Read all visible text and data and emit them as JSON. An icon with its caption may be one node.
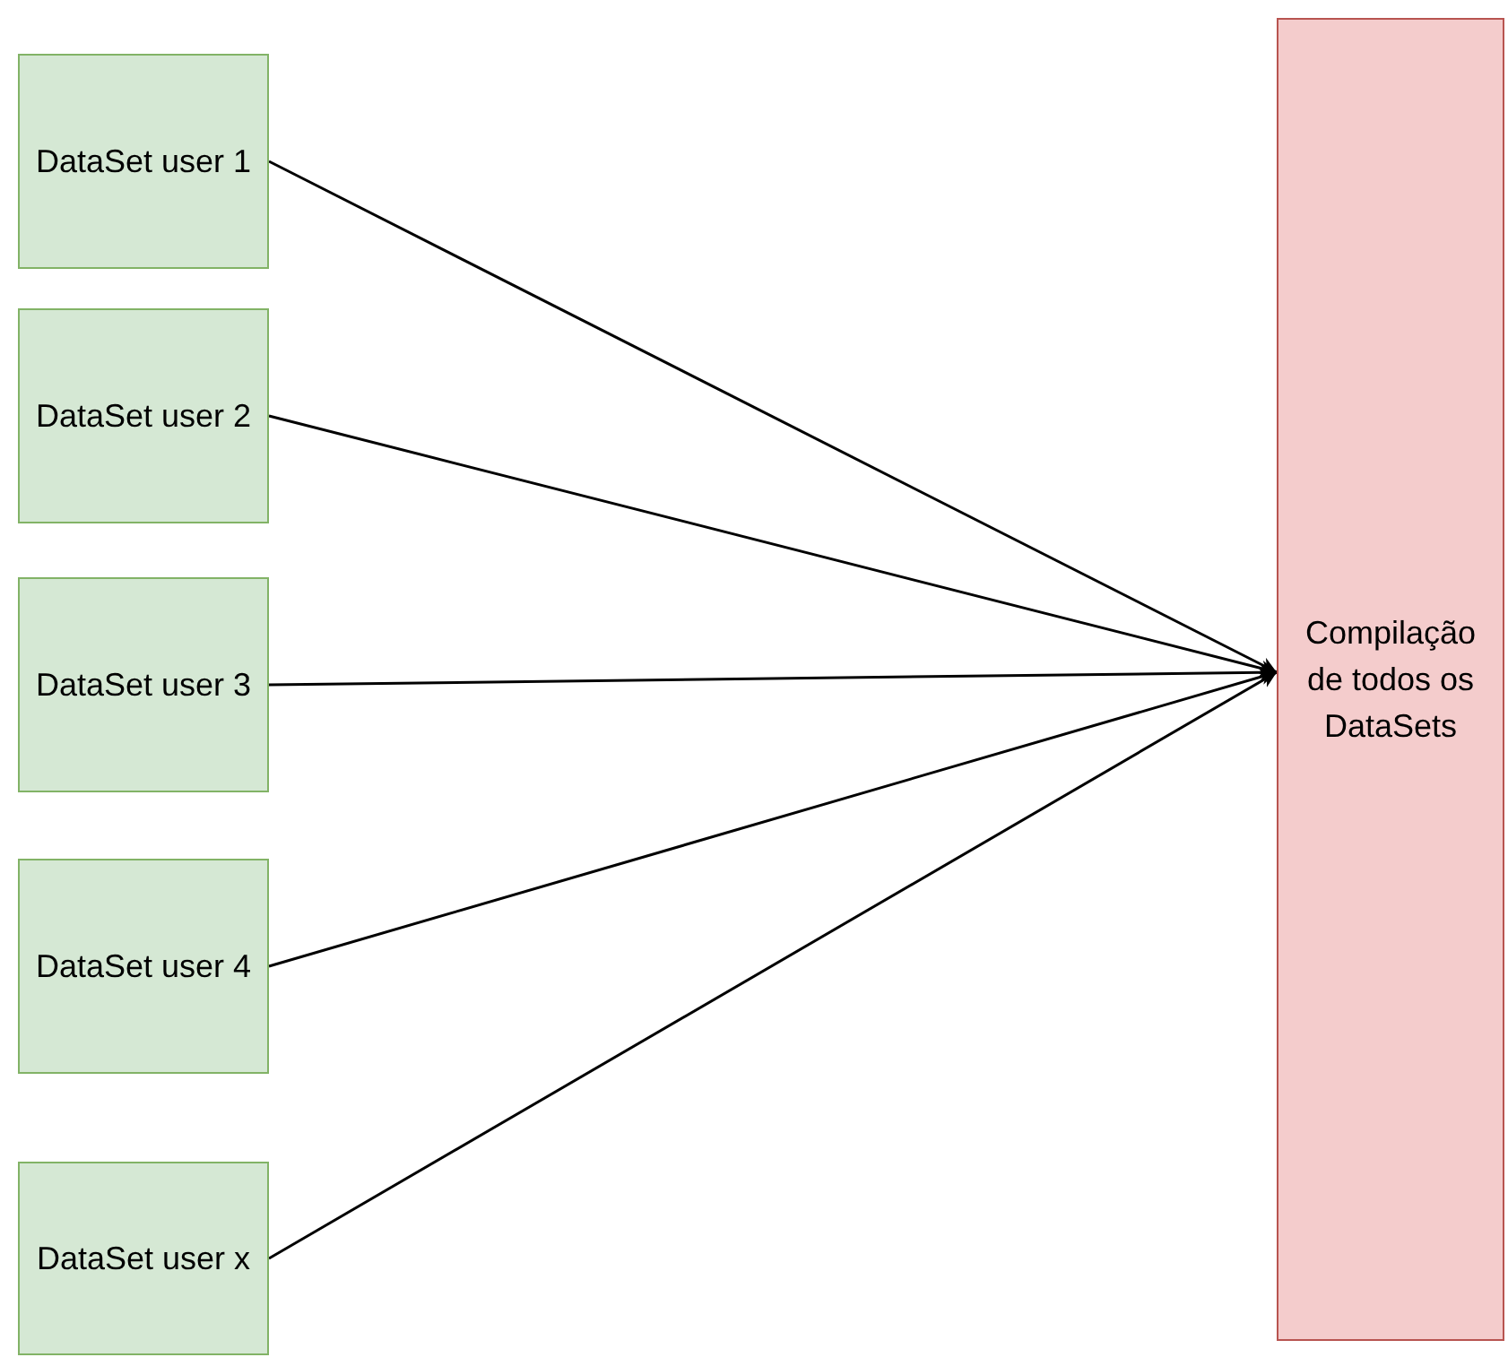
{
  "diagram": {
    "nodes": [
      {
        "text": [
          "DataSet user 1"
        ]
      },
      {
        "text": [
          "DataSet user 2"
        ]
      },
      {
        "text": [
          "DataSet user 3"
        ]
      },
      {
        "text": [
          "DataSet user 4"
        ]
      },
      {
        "text": [
          "DataSet user x"
        ]
      },
      {
        "text": [
          "Compilação de todos os DataSets"
        ]
      }
    ],
    "edges": [
      {
        "from": 0,
        "to": 5,
        "arrow": "to"
      },
      {
        "from": 1,
        "to": 5,
        "arrow": "to"
      },
      {
        "from": 2,
        "to": 5,
        "arrow": "to"
      },
      {
        "from": 3,
        "to": 5,
        "arrow": "to"
      },
      {
        "from": 4,
        "to": 5,
        "arrow": "to"
      }
    ]
  }
}
